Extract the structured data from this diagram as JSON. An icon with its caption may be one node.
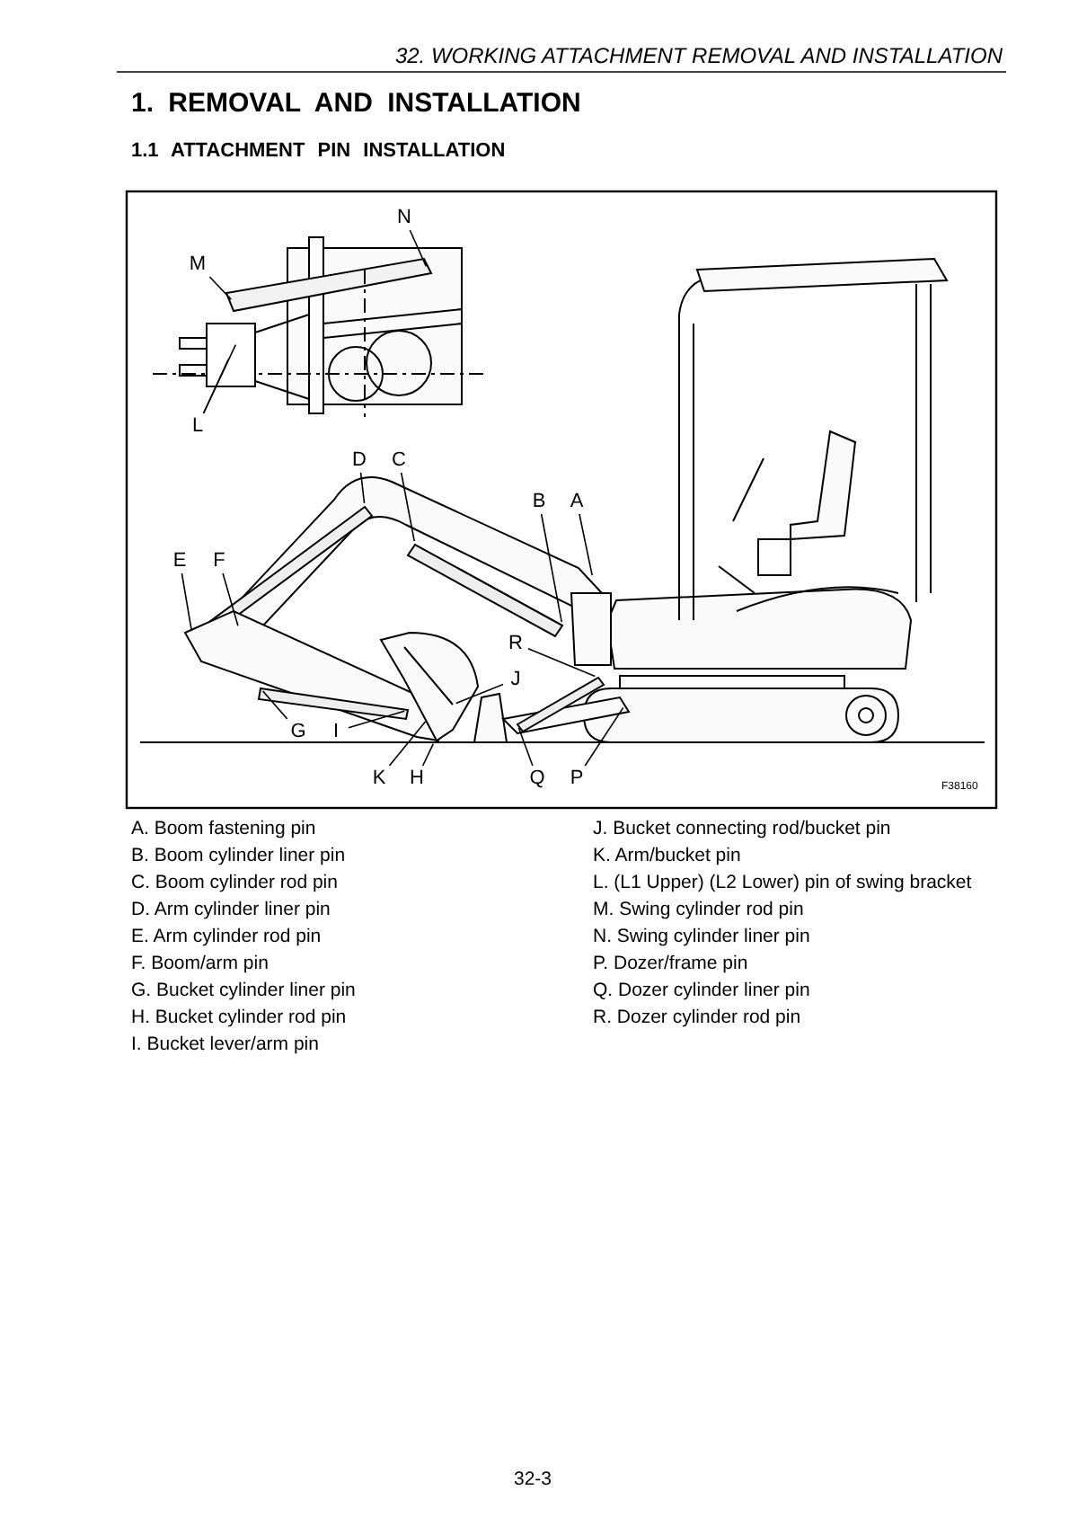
{
  "diagram": {
    "title": "1. REMOVAL AND INSTALLATION",
    "nodes": [
      {
        "text": [
          "N"
        ]
      },
      {
        "text": [
          "M"
        ]
      },
      {
        "text": [
          "L"
        ]
      },
      {
        "text": [
          "D"
        ]
      },
      {
        "text": [
          "C"
        ]
      },
      {
        "text": [
          "B"
        ]
      },
      {
        "text": [
          "A"
        ]
      },
      {
        "text": [
          "E"
        ]
      },
      {
        "text": [
          "F"
        ]
      },
      {
        "text": [
          "R"
        ]
      },
      {
        "text": [
          "J"
        ]
      },
      {
        "text": [
          "G"
        ]
      },
      {
        "text": [
          "I"
        ]
      },
      {
        "text": [
          "K"
        ]
      },
      {
        "text": [
          "H"
        ]
      },
      {
        "text": [
          "Q"
        ]
      },
      {
        "text": [
          "P"
        ]
      }
    ],
    "edges": [
      {
        "from": 0,
        "to": null,
        "arrow": "none"
      },
      {
        "from": 1,
        "to": null,
        "arrow": "none"
      },
      {
        "from": 2,
        "to": null,
        "arrow": "none"
      },
      {
        "from": 2,
        "to": null,
        "arrow": "none"
      },
      {
        "from": 3,
        "to": null,
        "arrow": "none"
      },
      {
        "from": 4,
        "to": null,
        "arrow": "none"
      },
      {
        "from": 5,
        "to": null,
        "arrow": "none"
      },
      {
        "from": 6,
        "to": null,
        "arrow": "none"
      },
      {
        "from": 7,
        "to": null,
        "arrow": "none"
      },
      {
        "from": 8,
        "to": null,
        "arrow": "none"
      },
      {
        "from": 9,
        "to": null,
        "arrow": "none"
      },
      {
        "from": 10,
        "to": null,
        "arrow": "none"
      },
      {
        "from": 11,
        "to": null,
        "arrow": "none"
      },
      {
        "from": 12,
        "to": null,
        "arrow": "none"
      },
      {
        "from": 13,
        "to": null,
        "arrow": "none"
      },
      {
        "from": 14,
        "to": null,
        "arrow": "none"
      },
      {
        "from": 15,
        "to": null,
        "arrow": "none"
      },
      {
        "from": 16,
        "to": null,
        "arrow": "none"
      }
    ],
    "labels": [
      "32. WORKING ATTACHMENT REMOVAL AND INSTALLATION",
      "1.1 ATTACHMENT PIN INSTALLATION",
      "F38160",
      "A. Boom fastening pin",
      "B. Boom cylinder liner pin",
      "C. Boom cylinder rod pin",
      "D. Arm cylinder liner pin",
      "E. Arm cylinder rod pin",
      "F. Boom/arm pin",
      "G. Bucket cylinder liner pin",
      "H. Bucket cylinder rod pin",
      "I. Bucket lever/arm pin",
      "J. Bucket connecting rod/bucket pin",
      "K. Arm/bucket pin",
      "L. (L1 Upper) (L2 Lower) pin of swing bracket",
      "M. Swing cylinder rod pin",
      "N. Swing cylinder liner pin",
      "P. Dozer/frame pin",
      "Q. Dozer cylinder liner pin",
      "R. Dozer cylinder rod pin",
      "32-3"
    ]
  }
}
